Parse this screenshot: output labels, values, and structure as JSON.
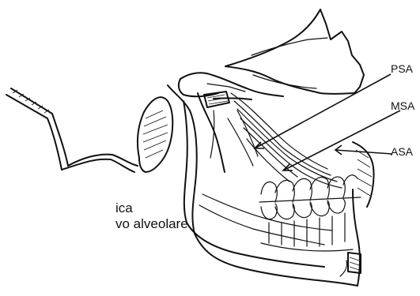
{
  "labels": {
    "psa": "PSA",
    "msa": "MSA",
    "asa": "ASA"
  },
  "caption_lines": [
    "ica",
    "vo alveolare"
  ]
}
